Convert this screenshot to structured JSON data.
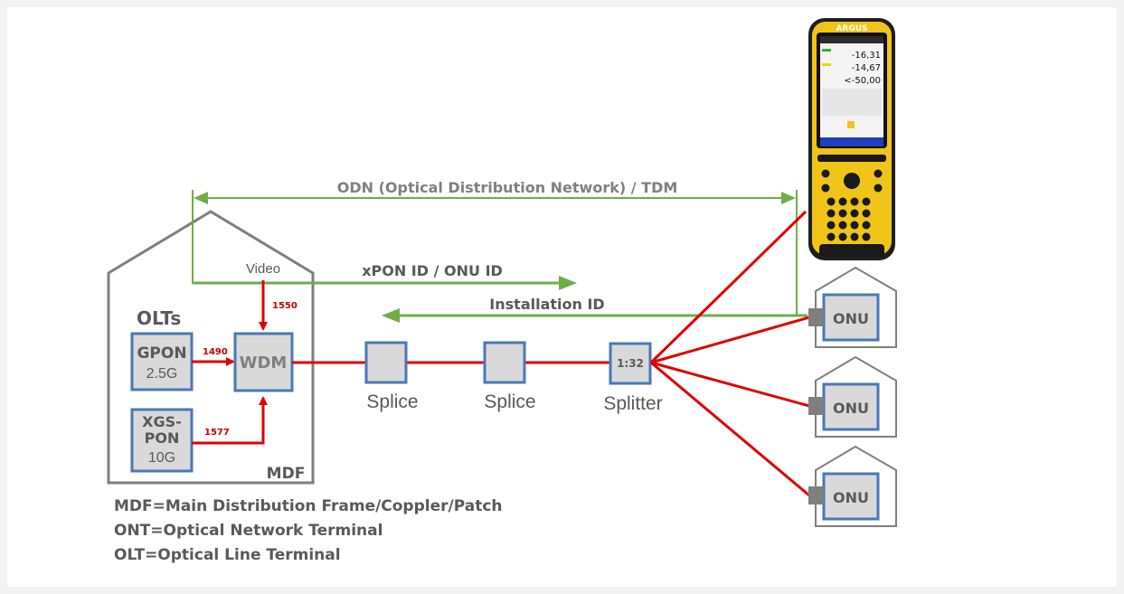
{
  "odn_label": "ODN (Optical Distribution Network) / TDM",
  "xpon_label": "xPON ID / ONU ID",
  "installation_label": "Installation ID",
  "video_label": "Video",
  "wavelength_1550": "1550",
  "wavelength_1490": "1490",
  "wavelength_1577": "1577",
  "olts_label": "OLTs",
  "gpon_title": "GPON",
  "gpon_speed": "2.5G",
  "xgs_line1": "XGS-",
  "xgs_line2": "PON",
  "xgs_speed": "10G",
  "wdm_label": "WDM",
  "mdf_label": "MDF",
  "splice1_label": "Splice",
  "splice2_label": "Splice",
  "splitter_ratio": "1:32",
  "splitter_label": "Splitter",
  "onu_labels": [
    "ONU",
    "ONU",
    "ONU"
  ],
  "legend": [
    "MDF=Main Distribution Frame/Coppler/Patch",
    "ONT=Optical Network Terminal",
    "OLT=Optical Line Terminal"
  ],
  "device": {
    "brand": "ARGUS",
    "readings": [
      "-16,31",
      "-14,67",
      "<-50,00"
    ]
  },
  "colors": {
    "green": "#70ad47",
    "red": "#e00000",
    "blue_border": "#4a78b4",
    "box_fill": "#d9d9d9",
    "house_outline": "#7f7f7f",
    "gray_text": "#7f7f7f",
    "device_yellow": "#f0c419"
  }
}
